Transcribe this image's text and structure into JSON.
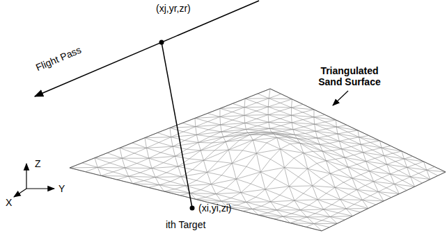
{
  "diagram": {
    "labels": [
      "(xj,yr,zr)",
      "Flight Pass",
      "Triangulated Sand Surface",
      "Z",
      "X",
      "Y",
      "(xi,yi,zi)",
      "ith Target"
    ]
  }
}
